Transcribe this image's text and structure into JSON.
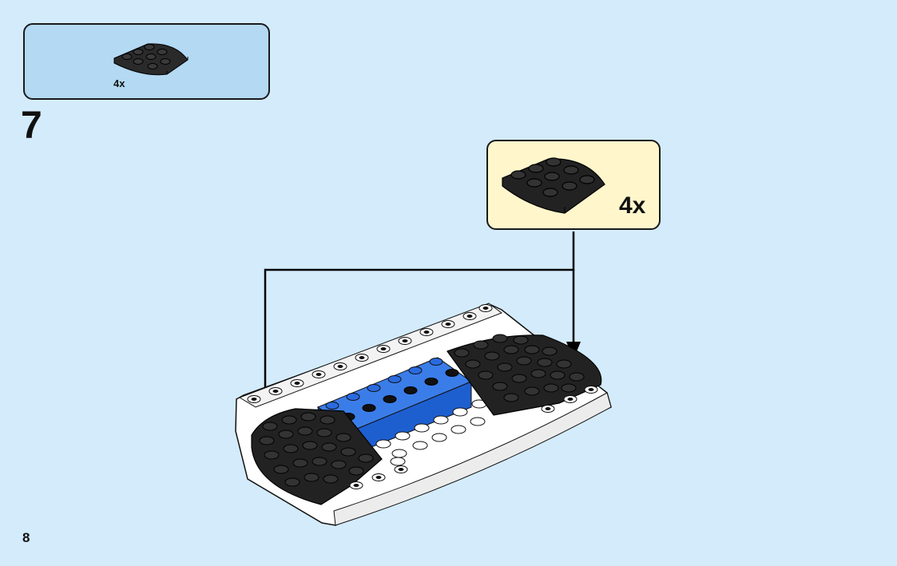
{
  "parts_list": {
    "quantity": "4x",
    "part_icon": "black-round-corner-plate-icon"
  },
  "step": {
    "number": "7"
  },
  "callout": {
    "quantity": "4x",
    "part_icon": "black-round-corner-plate-icon"
  },
  "page": {
    "number": "8"
  },
  "colors": {
    "background": "#d3ebfb",
    "parts_box": "#b3d9f3",
    "callout_box": "#fff6cc",
    "brick_black": "#222222",
    "brick_white": "#ffffff",
    "brick_blue": "#1e5fd0"
  }
}
